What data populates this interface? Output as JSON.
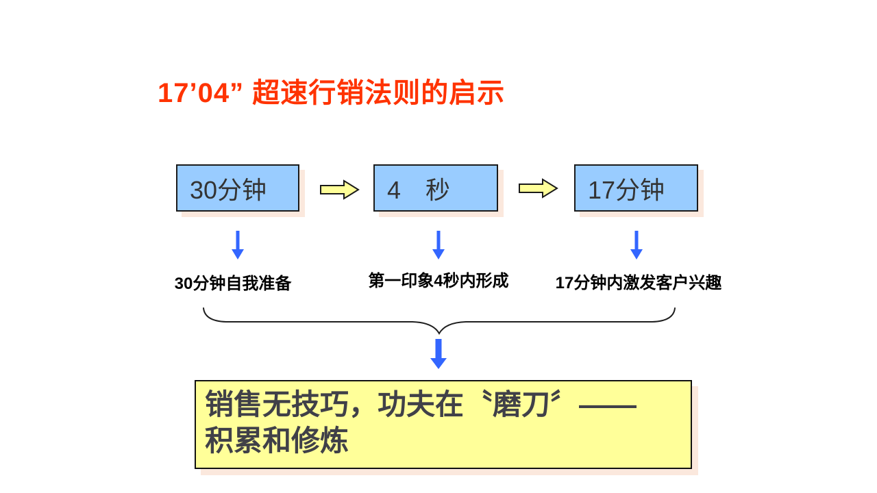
{
  "title": {
    "text": "17’04” 超速行销法则的启示"
  },
  "flow": {
    "steps": [
      {
        "label": "30分钟",
        "caption": "30分钟自我准备"
      },
      {
        "label": "4　秒",
        "caption": "第一印象4秒内形成"
      },
      {
        "label": "17分钟",
        "caption": "17分钟内激发客户兴趣"
      }
    ]
  },
  "conclusion": {
    "line1": "销售无技巧，功夫在〝磨刀〞——",
    "line2": "积累和修炼"
  },
  "colors": {
    "title_text": "#ff3300",
    "step_box_fill": "#99ccff",
    "step_box_border": "#1a1a1a",
    "step_box_text": "#333333",
    "flow_arrow_fill": "#ffff99",
    "flow_arrow_border": "#1a1a1a",
    "down_arrow": "#3366ff",
    "caption_text": "#000000",
    "brace_stroke": "#1f1f1f",
    "conclusion_fill": "#ffff99",
    "conclusion_text": "#404048",
    "shadow": "#fbe8dd",
    "background": "#ffffff"
  }
}
